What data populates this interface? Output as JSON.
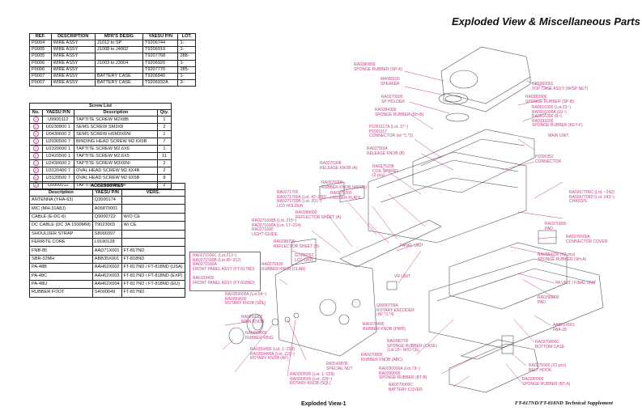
{
  "page_title": "Exploded View & Miscellaneous Parts",
  "ref_table": {
    "headers": [
      "REF.",
      "DESCRIPTION",
      "MFR'S DESIG",
      "YAESU P/N",
      "LOT."
    ],
    "rows": [
      [
        "P0004",
        "WIRE ASSY",
        "J1012 to SP",
        "T9206744",
        "1-"
      ],
      [
        "P0005",
        "WIRE ASSY",
        "J1008 to J4002",
        "T9206919",
        "1-"
      ],
      [
        "P0005",
        "WIRE ASSY",
        "",
        "T9207768",
        "288-"
      ],
      [
        "P0006",
        "WIRE ASSY",
        "J1003 to J3004",
        "T9206920",
        "1-"
      ],
      [
        "P0006",
        "WIRE ASSY",
        "",
        "T9207770",
        "285-"
      ],
      [
        "P0007",
        "WIRE ASSY",
        "BATTERY CASE",
        "T9206940",
        "1-"
      ],
      [
        "P0007",
        "WIRE ASSY",
        "BATTERY CASE",
        "T9206932A",
        "3-"
      ]
    ]
  },
  "screw_table": {
    "caption": "Screw List",
    "headers": [
      "No.",
      "YAESU P/N",
      "Description",
      "Qty."
    ],
    "rows": [
      [
        "1",
        "U9900112",
        "TAPTITE SCREW M2X8B",
        "1"
      ],
      [
        "2",
        "U0230800 1",
        "SEMS SCREW SM3X8",
        "2"
      ],
      [
        "3",
        "U0430600 2",
        "SEMS SCREW HSM3X6NI",
        "1"
      ],
      [
        "4",
        "U2030500 7",
        "BINDING HEAD SCREW M2.6X5B",
        "7"
      ],
      [
        "5",
        "U2320600 1",
        "TAPTITE SCREW M2.6X6",
        "1"
      ],
      [
        "6",
        "U2420500 1",
        "TAPTITE SCREW M2.6X5",
        "11"
      ],
      [
        "7",
        "U2430600 2",
        "TAPTITE SCREW M3X6NI",
        "2"
      ],
      [
        "8",
        "U3120400 7",
        "OVAL HEAD SCREW M2.6X4B",
        "2"
      ],
      [
        "9",
        "U3120500 7",
        "OVAL HEAD SCREW M2.6X5B",
        "8"
      ],
      [
        "10",
        "U9900012",
        "TAPTITE SCREW M2X4",
        "2"
      ]
    ]
  },
  "accessories_table": {
    "caption": "ACCESSORIES",
    "headers": [
      "Description",
      "YAESU P/N",
      "VERS."
    ],
    "rows": [
      [
        "ANTENNA (YHA-63)",
        "Q3000174",
        ""
      ],
      [
        "MIC (MH-31A8J)",
        "A06870001",
        ""
      ],
      [
        "CABLE (E-DC-6)",
        "Q9000722",
        "W/O CE"
      ],
      [
        "DC CABLE (DC 3A 1500MM)",
        "T9023003",
        "W/ CE"
      ],
      [
        "SHOULDER STRAP",
        "S8000397",
        ""
      ],
      [
        "FERRITE CORE",
        "L9190128",
        ""
      ],
      [
        "FNB-85",
        "AAD71X001",
        "FT-817ND"
      ],
      [
        "SBR-32MH",
        "ABB35X001",
        "FT-818ND"
      ],
      [
        "PA-48B",
        "AAH62X002",
        "FT-817ND / FT-818ND (USA)"
      ],
      [
        "PA-48C",
        "AAH62X003",
        "FT-817ND / FT-818ND (EXP)"
      ],
      [
        "PA-48U",
        "AAH62X004",
        "FT-817ND / FT-818ND (EU)"
      ],
      [
        "RUBBER FOOT",
        "S4000049",
        "FT-817ND"
      ]
    ]
  },
  "diagram_labels": {
    "sponge_spa": "RA0380800\nSPONGE RUBBER (SP-A)",
    "speaker": "M4090150\nSPEAKER",
    "sp_holder": "RA0270500\nSP HOLDER",
    "sponge_shb": "RA0384300\nSPONGE RUBBER (SH-B)",
    "connector1": "P1091117A (Lot. 17~)\nP1091117\nCONNECTOR (w/ *1,*2)",
    "release_b": "RA0275I0A\nRELEASE KNOB (B)",
    "release_a": "RA0275308\nRELEASE KNOB (A)",
    "coil_spring": "RA0275208\nCOIL SPRING\n(2 pcs)",
    "rubber_mode": "RA0270300\nRUBBER KNOB (MODE)",
    "holder_plate": "RA0275300\nHOLDER PLATE",
    "lcd_holder": "RA0271700\nRA0271700A (Lot. 42~200)\nRA0271700B (Lot. 201~)\nLCD HOLDER",
    "reflector_a": "RA0288600\nREFLECTOR SHEET (A)",
    "light_guide": "RA0271600B (Lot. 215~)\nRA0271600A (Lot. 17~214)\nRA0271600\nLIGHT GUIDE",
    "reflector_b": "RA0288700\nREFLECTOR SHEET (B)",
    "lcd_unit": "G7000291\nLCD UNIT",
    "rubber_clar": "RA0270100\nRUBBER KNOB (CLAR)",
    "front_panel": "RA0271500C (Lot.213~)\nRA0271500B (Lot.49~212)\nRA0271500A\nFRONT PANEL ASSY (FT-817ND)\n\nRA6159400\nFRONT PANEL ASSY (FT-818ND)",
    "rotary_sel": "RA0359600A (Lot.54~)\nRA0359600\nROTARY KNOB (SEL)",
    "main_knob": "RA0269700\nMAIN KNOB",
    "rubber_ring": "RA0269800\nRUBBER RING",
    "rotary_af": "RA0359400 (Lot. 1~228)\nRA0359400A (Lot. 229~)\nROTARY KNOB (AF)",
    "special_nut": "R6054387B\nSPECIAL NUT",
    "rotary_sql": "RA0269500 (Lot. 1~228)\nRA0269500 (Lot. 229~)\nROTARY KNOB (SQL)",
    "panel_unit": "PANEL UNIT",
    "vr_unit": "VR UNIT",
    "rotary_encoder": "Q9000709A\nROTARY ENCODER\n(W/ *3,*4)",
    "rubber_pwr": "RA0270400\nRUBBER KNOB (PWR)",
    "rubber_abc": "RA0270800\nRUBBER KNOB (ABC)",
    "sponge_case": "RA0380700\nSPONGE RUBBER (CASE)\n(Lot.23~ W/O CE)",
    "sponge_btb": "RA0290000A (Lot.79~)\nRA0290000\nSPONGE RUBBER (BT-B)",
    "battery_cover": "RA0270900C\nBATTERY COVER",
    "top_case": "CP6960001\nTOP CASE ASS'Y (W/SP NET)",
    "sponge_spb": "RA0383900\nSPONGE RUBBER (SP-B)",
    "sponge_keyf": "RA0916300 (Lot.23~)\nRA0916300A (10~)\nRA0916300 (9~)\nRA0293200\nSPONGE RUBBER (KEY-F)",
    "main_unit": "MAIN UNIT",
    "connector2": "P1090352\nCONNECTOR",
    "chassis": "RA0267700C (Lot. ~242)\nRA0267700D (Lot. 243~)\nCHASSIS",
    "pad1": "RA0270800\nPAD",
    "connector_cover": "RA0276600A\nCONNECTOR COVER",
    "sponge_sha": "RA0384200 (X2 pcs)\nSPONGE RUBBER (SH-A)",
    "pa_unit": "PA UNIT / FINAL UNIT",
    "pad2": "RA0290800\nPAD",
    "fba": "AAB03X001\nFBA-28",
    "bottom_case": "RA0270800C\nBOTTOM CASE",
    "belt_hook": "RA0276900 (X2 pcs)\nBELT HOOK",
    "sponge_bta": "RA0289900\nSPONGE RUBBER (BT-A)"
  },
  "footer": {
    "left": "Exploded View-1",
    "right": "FT-817ND/FT-818ND Technical Supplement"
  }
}
